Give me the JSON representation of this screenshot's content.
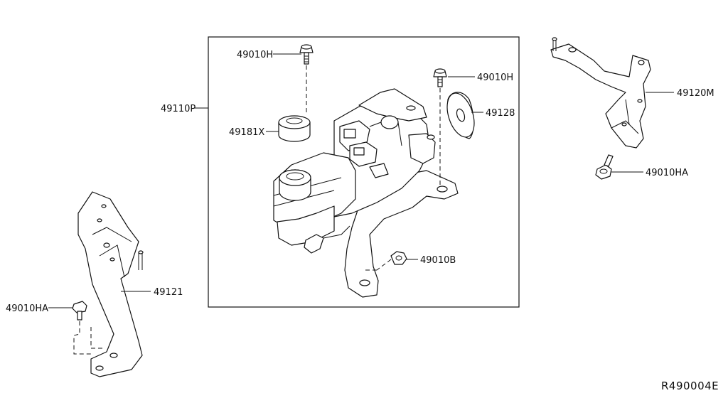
{
  "diagram": {
    "drawing_code": "R490004E",
    "labels": {
      "p49010H_top": "49010H",
      "p49010H_right": "49010H",
      "p49110P": "49110P",
      "p49181X": "49181X",
      "p49128": "49128",
      "p49010B": "49010B",
      "p49120M": "49120M",
      "p49010HA_right": "49010HA",
      "p49121": "49121",
      "p49010HA_left": "49010HA"
    }
  }
}
